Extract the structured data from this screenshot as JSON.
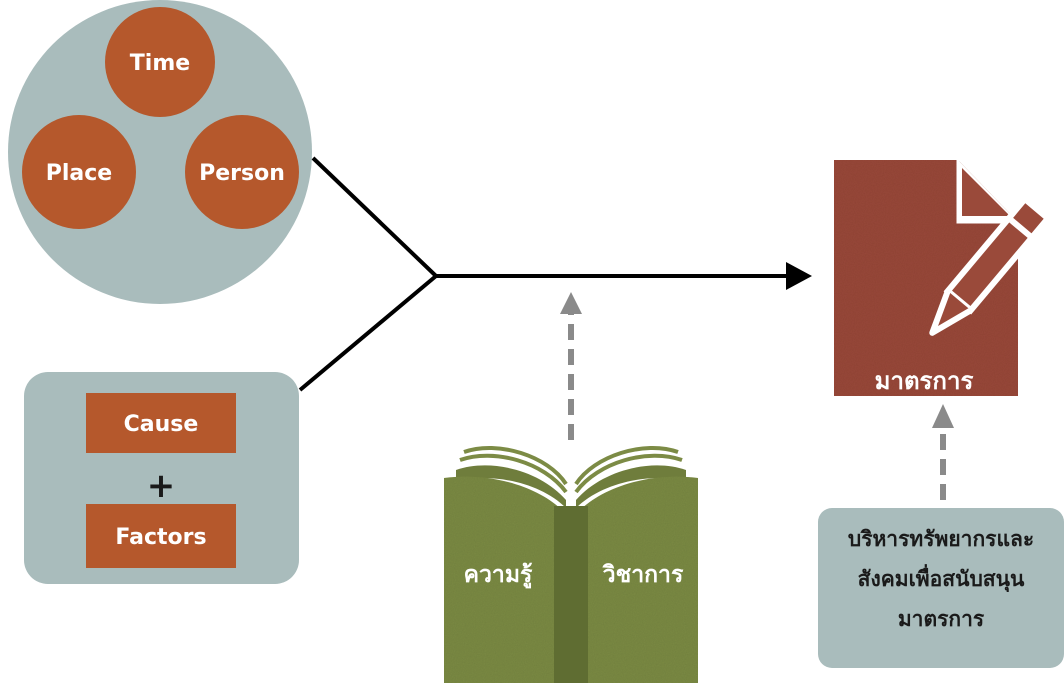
{
  "diagram": {
    "time_label": "Time",
    "place_label": "Place",
    "person_label": "Person",
    "cause_label": "Cause",
    "plus_sign": "+",
    "factors_label": "Factors",
    "book_left_label": "ความรู้",
    "book_right_label": "วิชาการ",
    "document_label": "มาตรการ",
    "support_box": {
      "line1": "บริหารทรัพยากรและ",
      "line2": "สังคมเพื่อสนับสนุน",
      "line3": "มาตรการ"
    }
  },
  "colors": {
    "rust": "#b5582c",
    "panel_gray_blue": "#a9bcbc",
    "book_green": "#7c8b45",
    "book_dark_green": "#5f6d32",
    "document_red": "#9a4a3a",
    "arrow_gray": "#8a8a8a",
    "line_black": "#000000"
  },
  "icons": [
    "document-edit-icon",
    "open-book-icon",
    "arrow-right-icon",
    "dashed-arrow-up-icon"
  ]
}
